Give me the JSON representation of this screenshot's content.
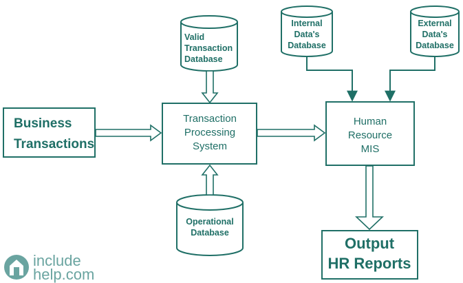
{
  "nodes": {
    "business_transactions": [
      "Business",
      "Transactions"
    ],
    "tps": [
      "Transaction",
      "Processing",
      "System"
    ],
    "hr_mis": [
      "Human",
      "Resource",
      "MIS"
    ],
    "output": [
      "Output",
      "HR  Reports"
    ],
    "valid_db": [
      "Valid",
      "Transaction",
      "Database"
    ],
    "operational_db": [
      "Operational",
      "Database"
    ],
    "internal_db": [
      "Internal",
      "Data's",
      "Database"
    ],
    "external_db": [
      "External",
      "Data's",
      "Database"
    ]
  },
  "logo": {
    "line1": "include",
    "line2": "help.com"
  },
  "colors": {
    "accent": "#1f6f66",
    "logo": "#6aa4a0"
  }
}
